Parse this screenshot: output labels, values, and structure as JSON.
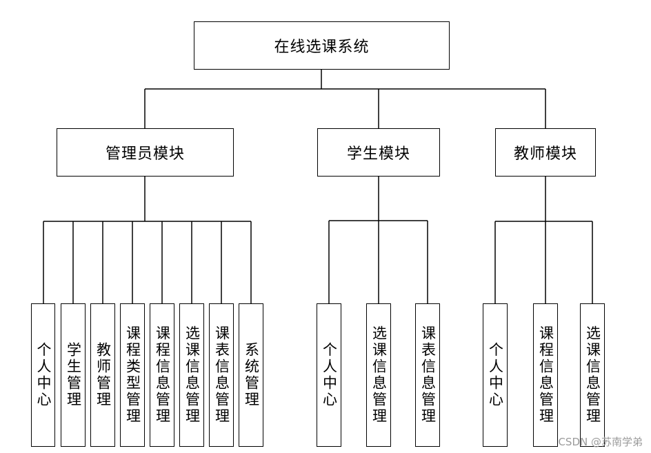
{
  "root": {
    "label": "在线选课系统"
  },
  "modules": [
    {
      "label": "管理员模块",
      "children": [
        "个人中心",
        "学生管理",
        "教师管理",
        "课程类型管理",
        "课程信息管理",
        "选课信息管理",
        "课表信息管理",
        "系统管理"
      ]
    },
    {
      "label": "学生模块",
      "children": [
        "个人中心",
        "选课信息管理",
        "课表信息管理"
      ]
    },
    {
      "label": "教师模块",
      "children": [
        "个人中心",
        "课程信息管理",
        "选课信息管理"
      ]
    }
  ],
  "watermark": "CSDN @苏南学弟"
}
